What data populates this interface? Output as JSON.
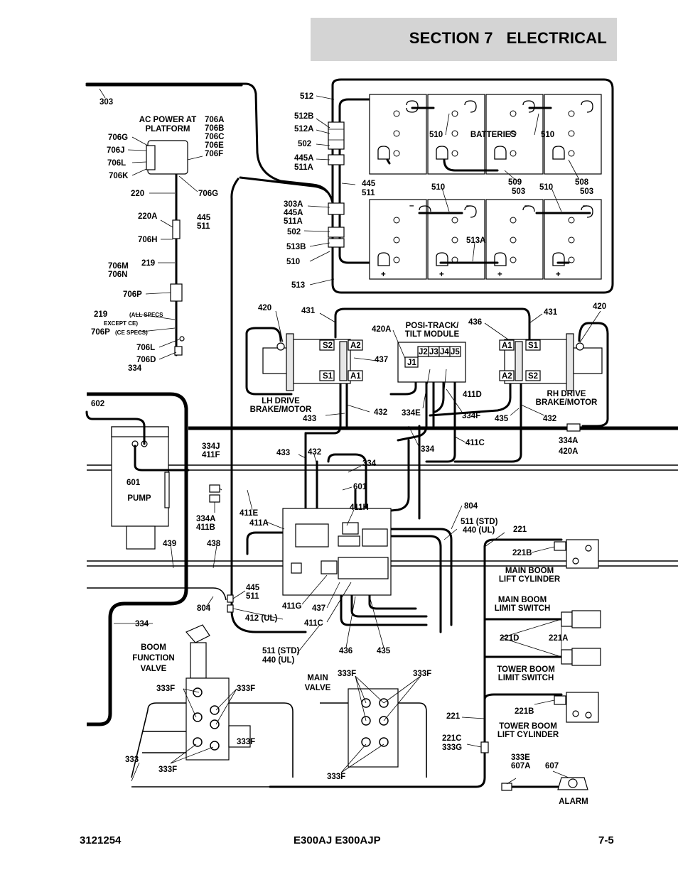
{
  "header": {
    "section": "SECTION 7",
    "title": "ELECTRICAL"
  },
  "footer": {
    "doc_number": "3121254",
    "model": "E300AJ E300AJP",
    "page": "7-5"
  },
  "components": {
    "ac_power": "AC POWER AT PLATFORM",
    "batteries": "BATTERIES",
    "posi_track": "POSI-TRACK/ TILT MODULE",
    "lh_drive": "LH DRIVE BRAKE/MOTOR",
    "rh_drive": "RH DRIVE BRAKE/MOTOR",
    "pump": "PUMP",
    "boom_function_valve": "BOOM FUNCTION VALVE",
    "main_valve": "MAIN VALVE",
    "main_boom_lift_cylinder": "MAIN BOOM LIFT CYLINDER",
    "main_boom_limit_switch": "MAIN BOOM LIMIT SWITCH",
    "tower_boom_limit_switch": "TOWER BOOM LIMIT SWITCH",
    "tower_boom_lift_cylinder": "TOWER BOOM LIFT CYLINDER",
    "alarm": "ALARM"
  },
  "notes": {
    "all_specs": "(ALL SPECS",
    "except_ce": "EXCEPT CE)",
    "ce_specs": "(CE SPECS)"
  },
  "terminals": {
    "s1": "S1",
    "s2": "S2",
    "a1": "A1",
    "a2": "A2",
    "j1": "J1",
    "j2": "J2",
    "j3": "J3",
    "j4": "J4",
    "j5": "J5"
  },
  "battery_polarity": {
    "pos": "+",
    "neg": "–"
  },
  "wire_labels": [
    "303",
    "706A",
    "706B",
    "706C",
    "706E",
    "706F",
    "706G",
    "706J",
    "706L",
    "706K",
    "220",
    "706G",
    "220A",
    "445",
    "511",
    "706H",
    "706M",
    "706N",
    "219",
    "706P",
    "219",
    "706P",
    "706L",
    "706D",
    "512",
    "512B",
    "512A",
    "502",
    "445A",
    "511A",
    "510",
    "510",
    "509",
    "503",
    "508",
    "503",
    "445",
    "511",
    "303A",
    "445A",
    "511A",
    "502",
    "510",
    "510",
    "513A",
    "513B",
    "510",
    "513",
    "420",
    "431",
    "420A",
    "436",
    "431",
    "420",
    "437",
    "411D",
    "334E",
    "334F",
    "433",
    "432",
    "435",
    "432",
    "334",
    "334",
    "602",
    "411C",
    "334A",
    "420A",
    "334J",
    "411F",
    "433",
    "432",
    "334",
    "601",
    "601",
    "411E",
    "411A",
    "411H",
    "804",
    "334A",
    "411B",
    "511 (STD)",
    "440 (UL)",
    "221",
    "439",
    "438",
    "221B",
    "445",
    "511",
    "804",
    "411G",
    "437",
    "412 (UL)",
    "411C",
    "334",
    "221D",
    "221A",
    "436",
    "435",
    "511 (STD)",
    "440 (UL)",
    "333F",
    "333F",
    "333F",
    "333F",
    "221",
    "221B",
    "221C",
    "333G",
    "333",
    "333F",
    "333F",
    "333F",
    "333E",
    "607A",
    "607"
  ]
}
